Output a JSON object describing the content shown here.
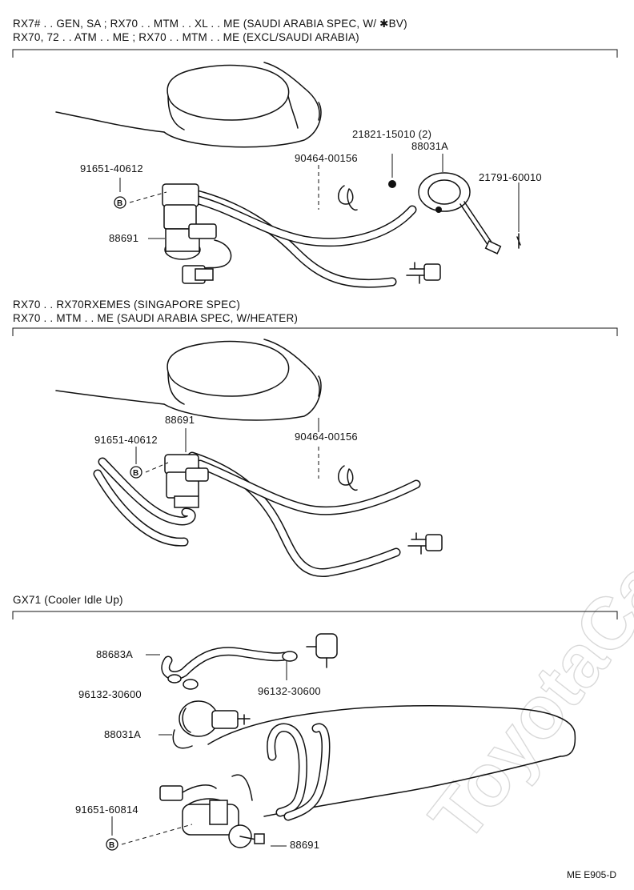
{
  "sections": [
    {
      "header_lines": [
        "RX7# . . GEN, SA ; RX70 . . MTM . . XL . . ME (SAUDI ARABIA SPEC, W/ ✱BV)",
        "RX70, 72 . . ATM . . ME ; RX70 . . MTM . . ME (EXCL/SAUDI ARABIA)"
      ],
      "labels": {
        "bolt": "91651-40612",
        "vsv": "88691",
        "clamp": "90464-00156",
        "screw": "21821-15010 (2)",
        "actuator": "88031A",
        "link": "21791-60010"
      }
    },
    {
      "header_lines": [
        "RX70 . . RX70RXEMES (SINGAPORE SPEC)",
        "RX70 . . MTM . . ME (SAUDI ARABIA SPEC, W/HEATER)"
      ],
      "labels": {
        "vsv": "88691",
        "bolt": "91651-40612",
        "clamp": "90464-00156"
      }
    },
    {
      "header_lines": [
        "GX71 (Cooler Idle Up)"
      ],
      "labels": {
        "hose": "88683A",
        "clip_left": "96132-30600",
        "clip_right": "96132-30600",
        "actuator": "88031A",
        "bolt": "91651-60814",
        "vsv": "88691"
      }
    }
  ],
  "bolt_mark": "B",
  "figure_code": "ME E905-D",
  "watermark": "ToyotaCarMine.ru"
}
